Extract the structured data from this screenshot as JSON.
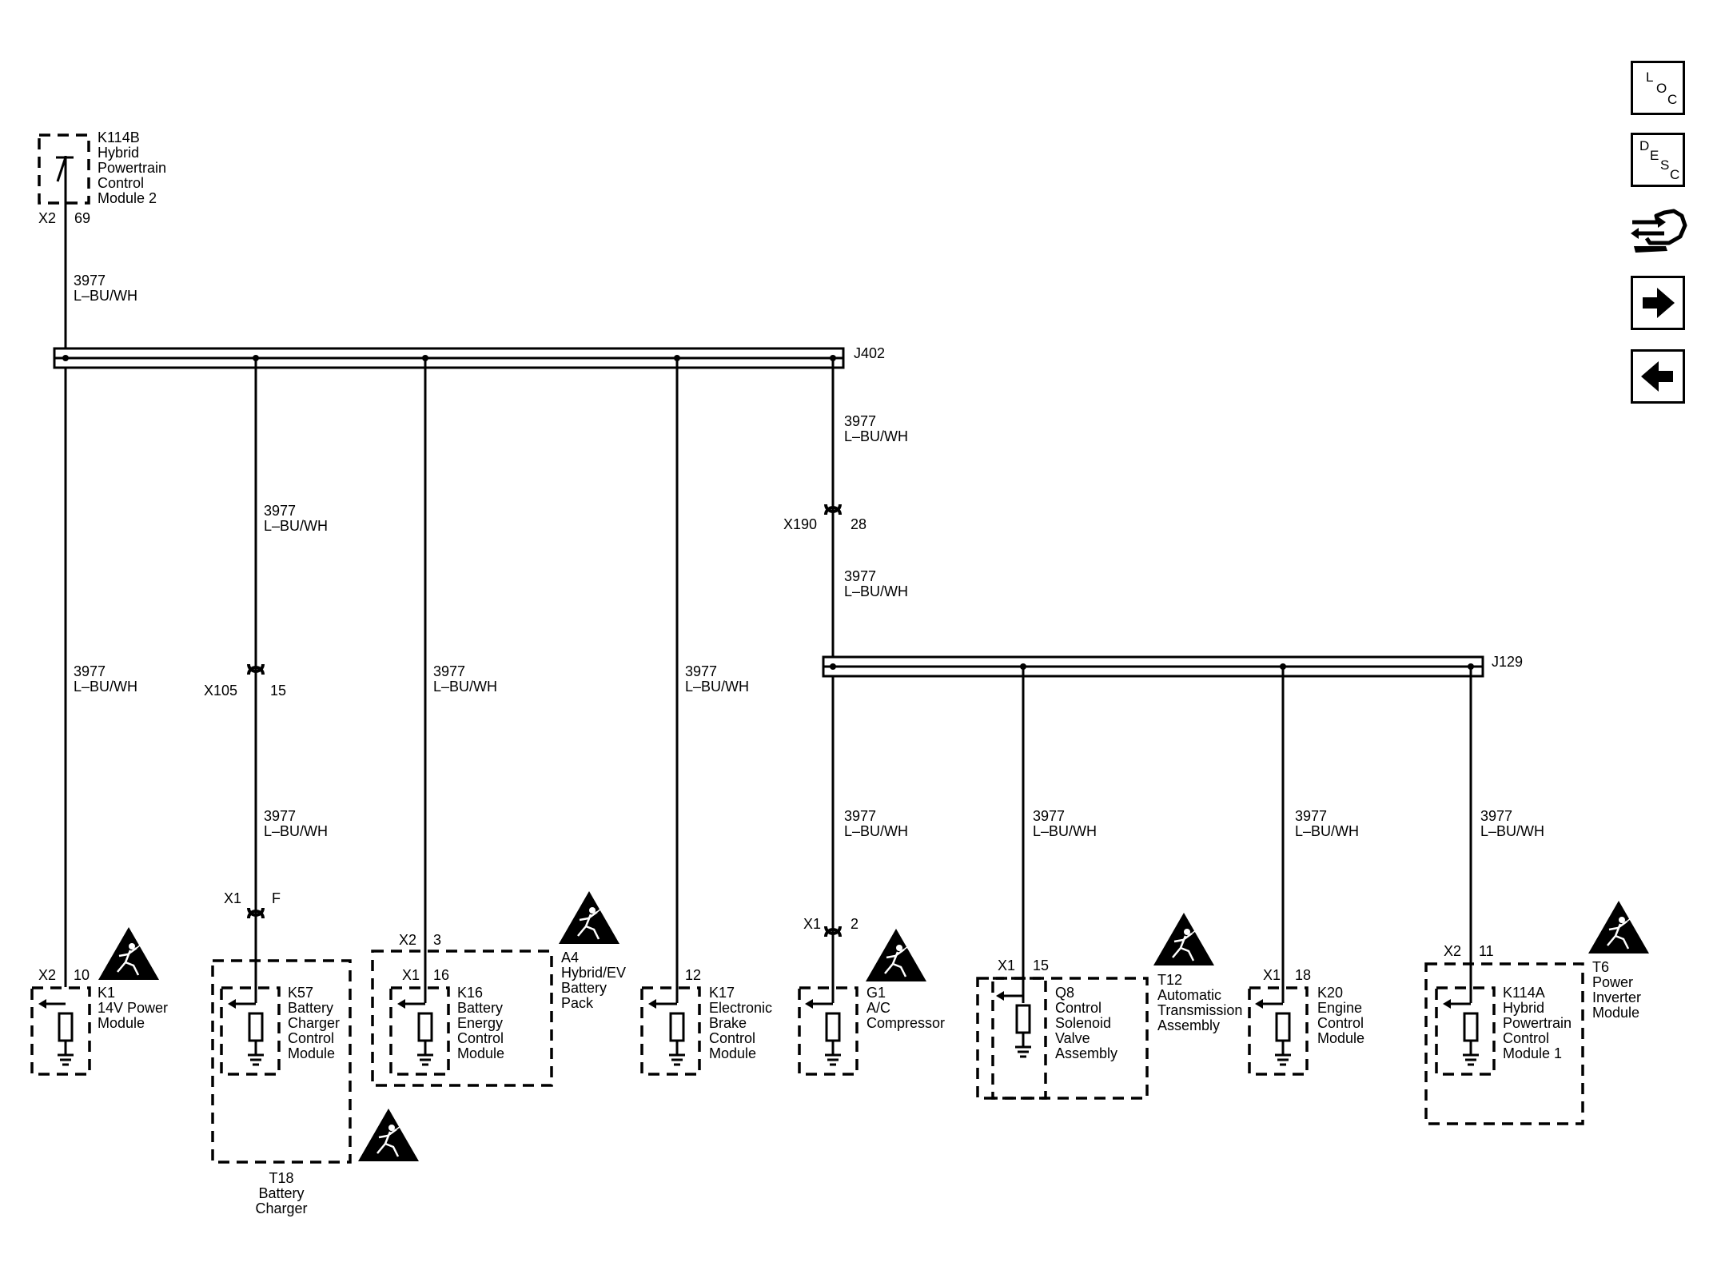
{
  "nav": {
    "loc": [
      "L",
      "O",
      "C"
    ],
    "desc": [
      "D",
      "E",
      "S",
      "C"
    ]
  },
  "labels": [
    [
      "K114B",
      "Hybrid",
      "Powertrain",
      "Control",
      "Module 2"
    ],
    [
      "X2"
    ],
    [
      "69"
    ],
    [
      "3977",
      "L–BU/WH"
    ],
    [
      "J402"
    ],
    [
      "3977",
      "L–BU/WH"
    ],
    [
      "3977",
      "L–BU/WH"
    ],
    [
      "X190"
    ],
    [
      "28"
    ],
    [
      "3977",
      "L–BU/WH"
    ],
    [
      "3977",
      "L–BU/WH"
    ],
    [
      "X105"
    ],
    [
      "15"
    ],
    [
      "3977",
      "L–BU/WH"
    ],
    [
      "3977",
      "L–BU/WH"
    ],
    [
      "3977",
      "L–BU/WH"
    ],
    [
      "J129"
    ],
    [
      "X1"
    ],
    [
      "F"
    ],
    [
      "X2"
    ],
    [
      "3"
    ],
    [
      "A4",
      "Hybrid/EV",
      "Battery",
      "Pack"
    ],
    [
      "X2"
    ],
    [
      "10"
    ],
    [
      "K1",
      "14V Power",
      "Module"
    ],
    [
      "K57",
      "Battery",
      "Charger",
      "Control",
      "Module"
    ],
    [
      "X1"
    ],
    [
      "16"
    ],
    [
      "K16",
      "Battery",
      "Energy",
      "Control",
      "Module"
    ],
    [
      "12"
    ],
    [
      "K17",
      "Electronic",
      "Brake",
      "Control",
      "Module"
    ],
    [
      "X1"
    ],
    [
      "2"
    ],
    [
      "G1",
      "A/C",
      "Compressor"
    ],
    [
      "3977",
      "L–BU/WH"
    ],
    [
      "3977",
      "L–BU/WH"
    ],
    [
      "3977",
      "L–BU/WH"
    ],
    [
      "3977",
      "L–BU/WH"
    ],
    [
      "X1"
    ],
    [
      "15"
    ],
    [
      "Q8",
      "Control",
      "Solenoid",
      "Valve",
      "Assembly"
    ],
    [
      "T12",
      "Automatic",
      "Transmission",
      "Assembly"
    ],
    [
      "X1"
    ],
    [
      "18"
    ],
    [
      "K20",
      "Engine",
      "Control",
      "Module"
    ],
    [
      "X2"
    ],
    [
      "11"
    ],
    [
      "K114A",
      "Hybrid",
      "Powertrain",
      "Control",
      "Module 1"
    ],
    [
      "T6",
      "Power",
      "Inverter",
      "Module"
    ],
    [
      "T18",
      "Battery",
      "Charger"
    ]
  ]
}
